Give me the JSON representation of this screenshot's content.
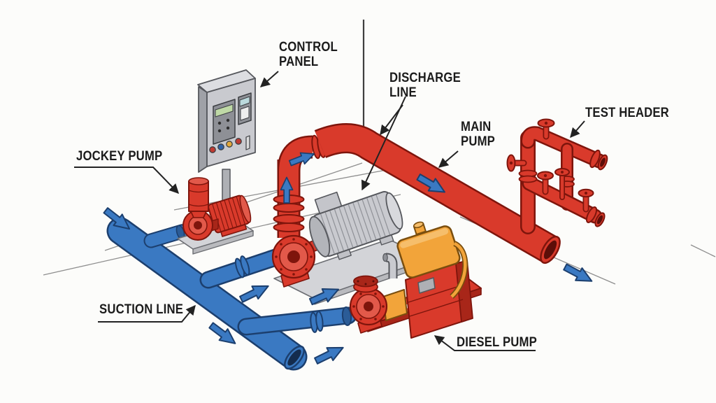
{
  "labels": {
    "control_panel": {
      "line1": "CONTROL",
      "line2": "PANEL"
    },
    "jockey_pump": {
      "text": "JOCKEY PUMP"
    },
    "discharge_line": {
      "line1": "DISCHARGE",
      "line2": "LINE"
    },
    "main_pump": {
      "line1": "MAIN",
      "line2": "PUMP"
    },
    "test_header": {
      "text": "TEST HEADER"
    },
    "suction_line": {
      "text": "SUCTION LINE"
    },
    "diesel_pump": {
      "text": "DIESEL PUMP"
    }
  },
  "colors": {
    "background": "#fcfcfa",
    "label_text": "#1b1b1b",
    "leader_line": "#222222",
    "pipe_red": "#d93a2b",
    "pipe_red_light": "#e2594a",
    "pipe_red_dark": "#7e150c",
    "pipe_red_deep": "#a82619",
    "pipe_blue": "#3a79c2",
    "pipe_blue_dark": "#1c3f6e",
    "pipe_blue_deep": "#2b5c97",
    "metal_gray": "#c9cacf",
    "metal_gray_mid": "#aeb0b5",
    "metal_gray_dark": "#55575c",
    "base_gray": "#d3d4d8",
    "base_gray_edge": "#b9babe",
    "engine_orange": "#f2a43a",
    "engine_orange_light": "#f6be6b",
    "engine_orange_dark": "#7a4e0e",
    "lcd_green": "#bfd9a6",
    "lcd_cyan": "#bbd9dc",
    "button_yellow": "#e3a93c",
    "perspective_line": "#8e8e8e",
    "wall_line": "#3f3f3f"
  }
}
